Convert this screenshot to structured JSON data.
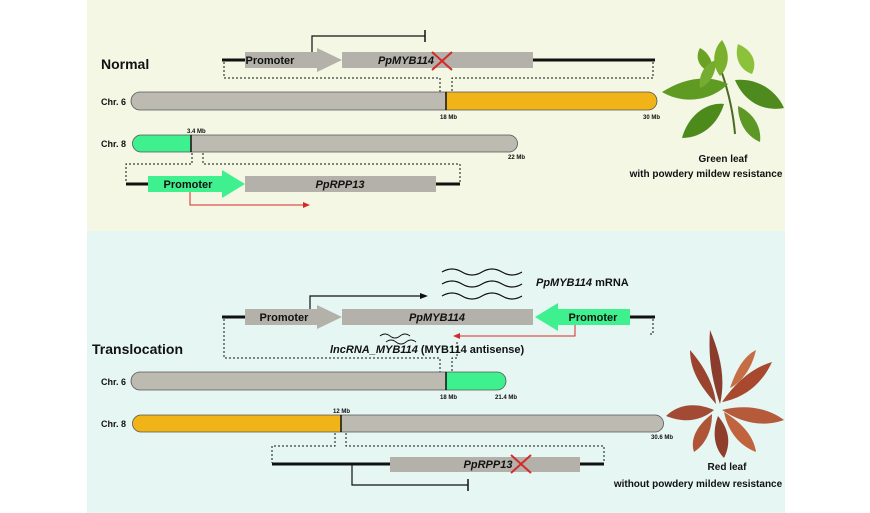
{
  "colors": {
    "panel_normal": "#f3f7e4",
    "panel_translocation": "#e6f6f3",
    "chr_gray": "#bdbab1",
    "chr_orange": "#f0b318",
    "chr_green": "#3ff08e",
    "gene_gray": "#b3b1a9",
    "red": "#d62a2a"
  },
  "normal": {
    "title": "Normal",
    "promoter_label": "Promoter",
    "myb_gene": "PpMYB114",
    "chr6_label": "Chr. 6",
    "chr6_break_label": "18 Mb",
    "chr6_end_label": "30 Mb",
    "chr8_label": "Chr. 8",
    "chr8_break_label": "3.4 Mb",
    "chr8_end_label": "22 Mb",
    "rpp_promoter_label": "Promoter",
    "rpp_gene": "PpRPP13",
    "leaf_label_line1": "Green leaf",
    "leaf_label_line2": "with powdery mildew resistance",
    "leaf_icon": "green-leaf"
  },
  "translocation": {
    "title": "Translocation",
    "mrna_gene": "PpMYB114",
    "mrna_suffix": " mRNA",
    "promoter_label": "Promoter",
    "myb_gene": "PpMYB114",
    "green_promoter_label": "Promoter",
    "lnc_gene": "lncRNA_MYB114",
    "lnc_note": " (MYB114 antisense)",
    "chr6_label": "Chr. 6",
    "chr6_break_label": "18 Mb",
    "chr6_end_label": "21.4 Mb",
    "chr8_label": "Chr. 8",
    "chr8_break_label": "12 Mb",
    "chr8_end_label": "30.6 Mb",
    "rpp_gene": "PpRPP13",
    "leaf_label_line1": "Red leaf",
    "leaf_label_line2": "without powdery mildew resistance",
    "leaf_icon": "red-leaf"
  }
}
